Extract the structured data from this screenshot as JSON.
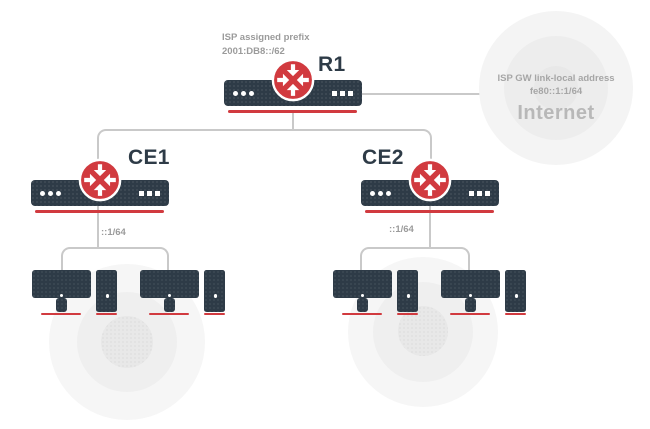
{
  "colors": {
    "device_navy": "#2e3b47",
    "accent_red": "#d13a3f",
    "connector_gray": "#c9c9c9",
    "note_text_gray": "#9b9b9b",
    "cloud_text_gray": "#a6a6a6",
    "internet_label_gray": "#b8b8b8"
  },
  "icons": {
    "router": "router-icon",
    "monitor": "monitor-icon",
    "tower": "tower-icon",
    "cloud": "internet-cloud-icon"
  },
  "routers": {
    "r1": {
      "label": "R1",
      "note_line1": "ISP assigned prefix",
      "note_line2": "2001:DB8::/62"
    },
    "ce1": {
      "label": "CE1",
      "address_note": "::1/64"
    },
    "ce2": {
      "label": "CE2",
      "address_note": "::1/64"
    }
  },
  "internet": {
    "label": "Internet",
    "note_line1": "ISP GW link-local address",
    "note_line2": "fe80::1:1/64"
  }
}
